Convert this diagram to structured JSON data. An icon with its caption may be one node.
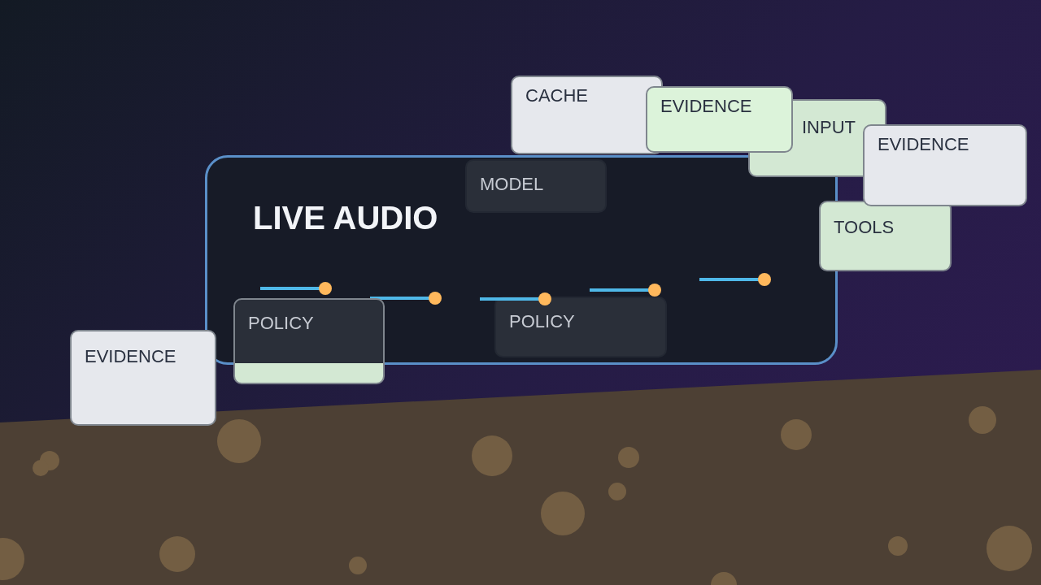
{
  "diagram": {
    "nodes": [
      {
        "text": [
          "CACHE"
        ]
      },
      {
        "text": [
          "EVIDENCE"
        ]
      },
      {
        "text": [
          "INPUT"
        ]
      },
      {
        "text": [
          "EVIDENCE"
        ]
      },
      {
        "text": [
          "LIVE AUDIO"
        ]
      },
      {
        "text": [
          "MODEL"
        ],
        "in": 4
      },
      {
        "text": [
          "TOOLS"
        ]
      },
      {
        "text": [
          "POLICY"
        ]
      },
      {
        "text": [
          "POLICY"
        ],
        "in": 4
      },
      {
        "text": [
          "EVIDENCE"
        ]
      }
    ]
  }
}
